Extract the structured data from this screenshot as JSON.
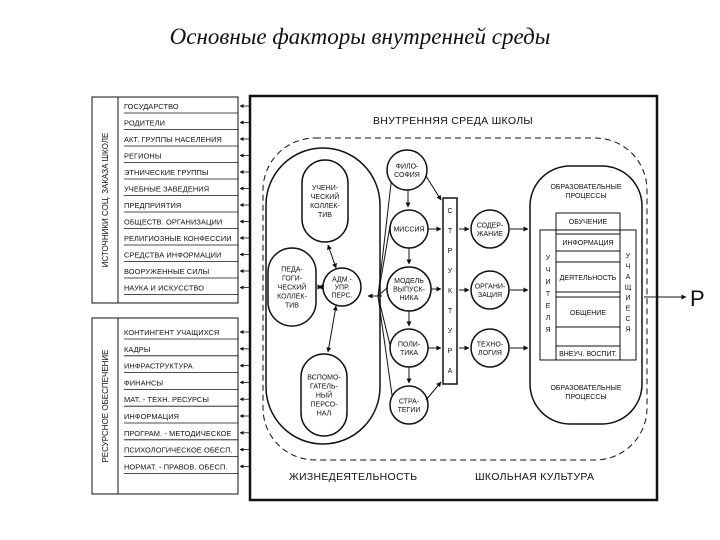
{
  "title": "Основные факторы внутренней среды",
  "sources_group": {
    "label": "ИСТОЧНИКИ СОЦ. ЗАКАЗА ШКОЛЕ",
    "items": [
      "ГОСУДАРСТВО",
      "РОДИТЕЛИ",
      "АКТ. ГРУППЫ НАСЕЛЕНИЯ",
      "РЕГИОНЫ",
      "ЭТНИЧЕСКИЕ ГРУППЫ",
      "УЧЕБНЫЕ ЗАВЕДЕНИЯ",
      "ПРЕДПРИЯТИЯ",
      "ОБЩЕСТВ. ОРГАНИЗАЦИИ",
      "РЕЛИГИОЗНЫЕ КОНФЕССИИ",
      "СРЕДСТВА ИНФОРМАЦИИ",
      "ВООРУЖЕННЫЕ СИЛЫ",
      "НАУКА И ИСКУССТВО"
    ]
  },
  "resources_group": {
    "label": "РЕСУРСНОЕ ОБЕСПЕЧЕНИЕ",
    "items": [
      "КОНТИНГЕНТ УЧАЩИХСЯ",
      "КАДРЫ",
      "ИНФРАСТРУКТУРА",
      "ФИНАНСЫ",
      "МАТ. - ТЕХН. РЕСУРСЫ",
      "ИНФОРМАЦИЯ",
      "ПРОГРАМ. - МЕТОДИЧЕСКОЕ",
      "ПСИХОЛОГИЧЕСКОЕ ОБЕСП.",
      "НОРМАТ. - ПРАВОВ. ОБЕСП."
    ]
  },
  "inner_env_title": "ВНУТРЕННЯЯ СРЕДА ШКОЛЫ",
  "bottom_left": "ЖИЗНЕДЕЯТЕЛЬНОСТЬ",
  "bottom_right": "ШКОЛЬНАЯ КУЛЬТУРА",
  "collectives": {
    "students": [
      "УЧЕНИ-",
      "ЧЕСКИЙ",
      "КОЛЛЕК-",
      "ТИВ"
    ],
    "teachers": [
      "ПЕДА-",
      "ГОГИ-",
      "ЧЕСКИЙ",
      "КОЛЛЕК-",
      "ТИВ"
    ],
    "admin": [
      "АДМ.-",
      "УПР.",
      "ПЕРС."
    ],
    "support": [
      "ВСПОМО-",
      "ГАТЕЛЬ-",
      "НЫЙ",
      "ПЕРСО-",
      "НАЛ"
    ]
  },
  "middle_nodes": [
    [
      "ФИЛО-",
      "СОФИЯ"
    ],
    [
      "МИССИЯ"
    ],
    [
      "МОДЕЛЬ",
      "ВЫПУСК-",
      "НИКА"
    ],
    [
      "ПОЛИ-",
      "ТИКА"
    ],
    [
      "СТРА-",
      "ТЕГИИ"
    ]
  ],
  "structure_label": "СТРУКТУРА",
  "right_nodes": [
    [
      "СОДЕР-",
      "ЖАНИЕ"
    ],
    [
      "ОРГАНИ-",
      "ЗАЦИЯ"
    ],
    [
      "ТЕХНО-",
      "ЛОГИЯ"
    ]
  ],
  "processes": {
    "top": [
      "ОБРАЗОВАТЕЛЬНЫЕ",
      "ПРОЦЕССЫ"
    ],
    "bottom": [
      "ОБРАЗОВАТЕЛЬНЫЕ",
      "ПРОЦЕССЫ"
    ],
    "items": [
      "ОБУЧЕНИЕ",
      "ИНФОРМАЦИЯ",
      "ДЕЯТЕЛЬНОСТЬ",
      "ОБЩЕНИЕ",
      "ВНЕУЧ. ВОСПИТ."
    ],
    "left_vertical": "УЧИТЕЛЯ",
    "right_vertical": "УЧАЩИЕСЯ"
  },
  "result_label": "Р"
}
